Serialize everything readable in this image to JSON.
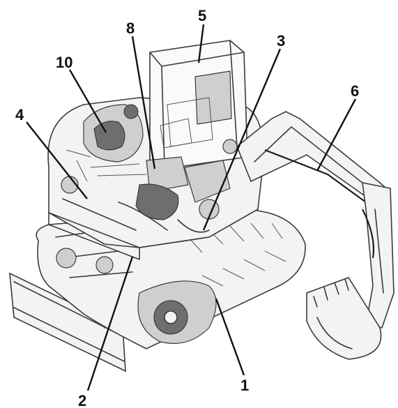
{
  "diagram": {
    "callouts": [
      {
        "id": "c1",
        "label": "1"
      },
      {
        "id": "c2",
        "label": "2"
      },
      {
        "id": "c3",
        "label": "3"
      },
      {
        "id": "c4",
        "label": "4"
      },
      {
        "id": "c5",
        "label": "5"
      },
      {
        "id": "c6",
        "label": "6"
      },
      {
        "id": "c8",
        "label": "8"
      },
      {
        "id": "c10",
        "label": "10"
      }
    ]
  }
}
